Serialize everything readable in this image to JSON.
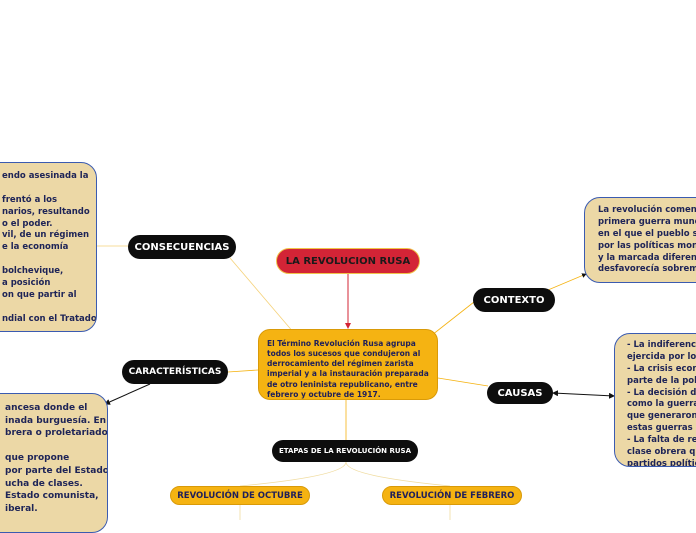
{
  "title": "LA REVOLUCION RUSA",
  "center_text": "El Término Revolución Rusa agrupa todos los sucesos que condujeron al derrocamiento del régimen zarista imperial y a la instauración preparada de otro leninista republicano, entre febrero y octubre de 1917.",
  "topics": {
    "consecuencias": "CONSECUENCIAS",
    "caracteristicas": "CARACTERÍSTICAS",
    "contexto": "CONTEXTO",
    "causas": "CAUSAS",
    "etapas": "ETAPAS DE LA REVOLUCIÓN RUSA"
  },
  "stages": {
    "octubre": "REVOLUCIÓN DE OCTUBRE",
    "febrero": "REVOLUCIÓN DE FEBRERO"
  },
  "notes": {
    "consecuencias": [
      "endo asesinada la",
      "",
      "frentó a los",
      "narios, resultando",
      "o el poder.",
      "vil, de un régimen",
      "e la economía",
      "",
      "bolchevique,",
      "a posición",
      "on que partir al",
      "",
      "ndial con el Tratado"
    ],
    "caracteristicas": [
      "ancesa donde el",
      "inada burguesía. En",
      "brera o proletariado",
      "",
      "que propone",
      "por parte del Estado.",
      "ucha de clases.",
      "Estado comunista,",
      "iberal."
    ],
    "contexto": [
      "La revolución comenz",
      "primera guerra mund",
      "en el que el pueblo se",
      "por las políticas moná",
      "y la marcada diferenc",
      "desfavorecía sobrema"
    ],
    "causas": [
      "- La indiferencia",
      "ejercida por los",
      "- La crisis económ",
      "parte de la pobla",
      "- La decisión del",
      "como la guerra",
      "que generaron u",
      "estas guerras ag",
      "- La falta de repr",
      "clase obrera que",
      "partidos político"
    ]
  },
  "colors": {
    "title_fill": "#d32436",
    "center_fill": "#f5b312",
    "note_fill": "#ecd8a6",
    "note_border": "#3b5bb0",
    "topic_fill": "#0d0d0d",
    "link_orange": "#f5b312",
    "link_red": "#d32436",
    "link_black": "#111111"
  }
}
